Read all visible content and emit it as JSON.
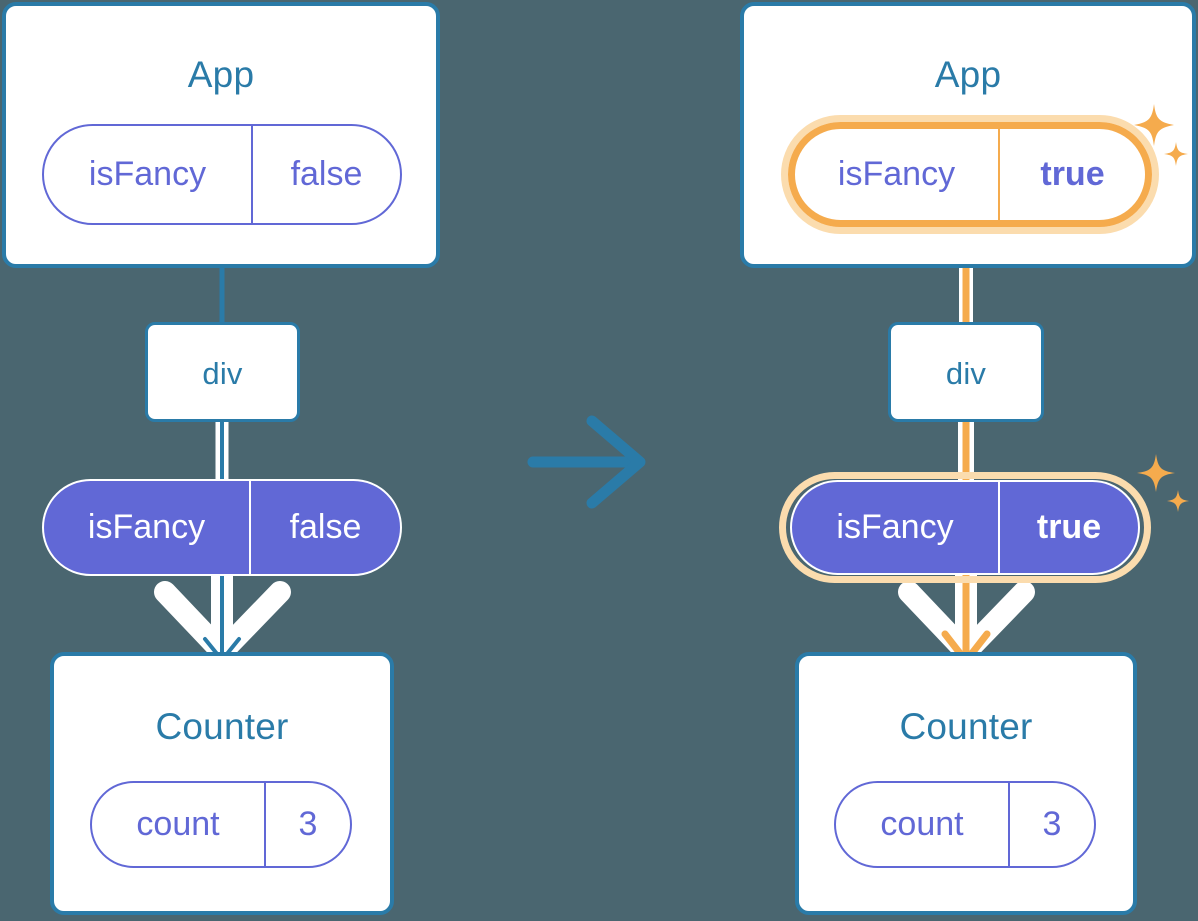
{
  "meta": {
    "background_color": "#4a6670",
    "frame_stroke": "#2a7ba8",
    "pill_purple": "#6168d6",
    "highlight_orange": "#f5ab4d",
    "glow_orange": "#fbdcae",
    "white": "#ffffff"
  },
  "before": {
    "app": {
      "title": "App",
      "state": {
        "key": "isFancy",
        "value": "false",
        "bold": false,
        "highlighted": false
      }
    },
    "div": {
      "title": "div"
    },
    "props": {
      "key": "isFancy",
      "value": "false",
      "bold": false,
      "highlighted": false
    },
    "counter": {
      "title": "Counter",
      "state": {
        "key": "count",
        "value": "3",
        "bold": false,
        "highlighted": false
      }
    },
    "connector_color": "#2a7ba8"
  },
  "after": {
    "app": {
      "title": "App",
      "state": {
        "key": "isFancy",
        "value": "true",
        "bold": true,
        "highlighted": true
      }
    },
    "div": {
      "title": "div"
    },
    "props": {
      "key": "isFancy",
      "value": "true",
      "bold": true,
      "highlighted": true
    },
    "counter": {
      "title": "Counter",
      "state": {
        "key": "count",
        "value": "3",
        "bold": false,
        "highlighted": false
      }
    },
    "connector_color": "#f5ab4d"
  },
  "transition": {
    "icon": "arrow-right-icon",
    "color": "#2a7ba8"
  },
  "sparkle_icon": "sparkles-icon"
}
